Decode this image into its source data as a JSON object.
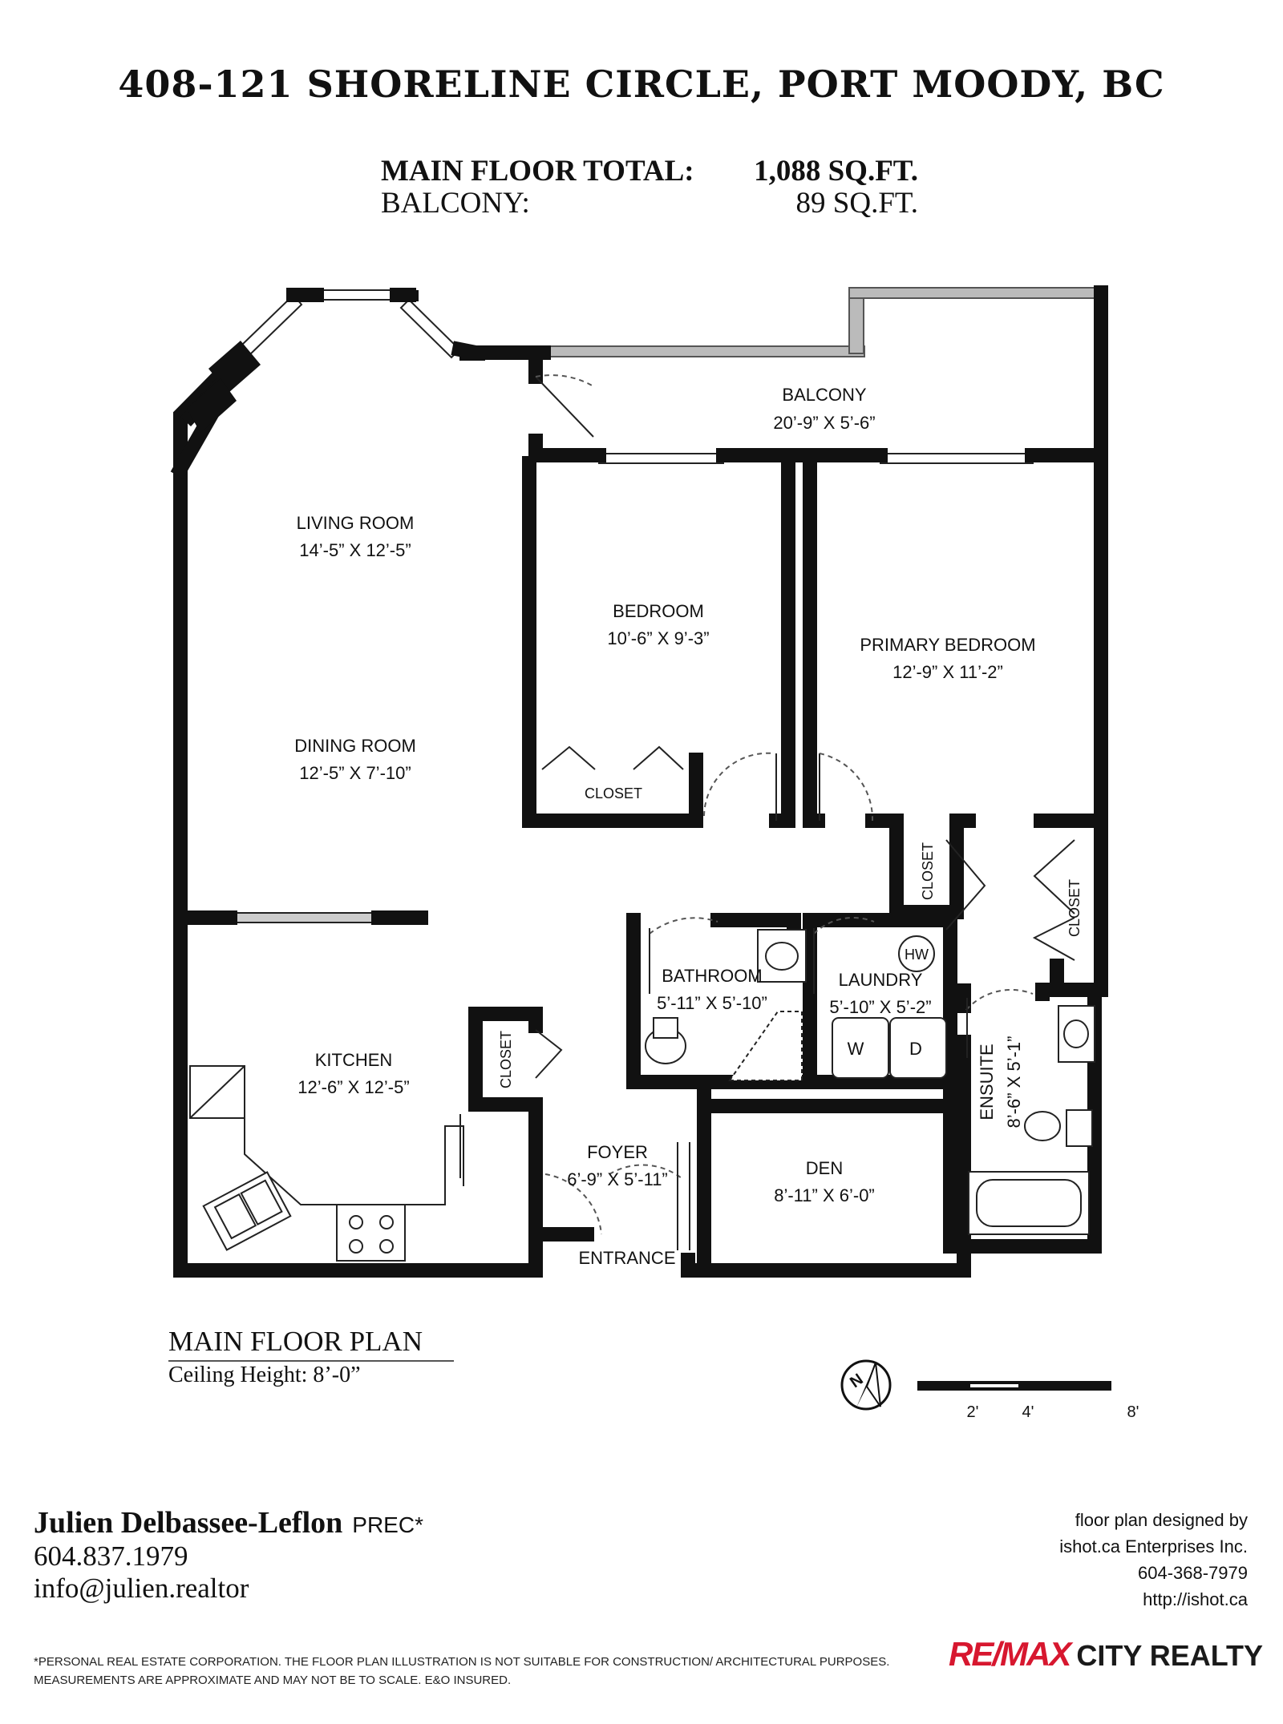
{
  "header": {
    "title": "408-121 SHORELINE CIRCLE, PORT MOODY, BC",
    "main_floor_label": "MAIN FLOOR TOTAL:",
    "main_floor_value": "1,088 SQ.FT.",
    "balcony_label": "BALCONY:",
    "balcony_value": "89 SQ.FT."
  },
  "rooms": {
    "balcony": {
      "name": "BALCONY",
      "dims": "20’-9” X 5’-6”"
    },
    "living": {
      "name": "LIVING ROOM",
      "dims": "14’-5” X 12’-5”"
    },
    "dining": {
      "name": "DINING ROOM",
      "dims": "12’-5” X 7’-10”"
    },
    "bedroom": {
      "name": "BEDROOM",
      "dims": "10’-6” X 9’-3”"
    },
    "primary": {
      "name": "PRIMARY BEDROOM",
      "dims": "12’-9” X 11’-2”"
    },
    "bathroom": {
      "name": "BATHROOM",
      "dims": "5’-11” X 5’-10”"
    },
    "laundry": {
      "name": "LAUNDRY",
      "dims": "5’-10” X 5’-2”"
    },
    "kitchen": {
      "name": "KITCHEN",
      "dims": "12’-6” X 12’-5”"
    },
    "foyer": {
      "name": "FOYER",
      "dims": "6’-9” X 5’-11”"
    },
    "den": {
      "name": "DEN",
      "dims": "8’-11” X 6’-0”"
    },
    "ensuite": {
      "name": "ENSUITE",
      "dims": "8’-6” X 5’-1”"
    },
    "entrance": {
      "name": "ENTRANCE"
    },
    "closet_label": "CLOSET"
  },
  "fixtures": {
    "hw": "HW",
    "washer": "W",
    "dryer": "D"
  },
  "scale": {
    "t1": "2'",
    "t2": "4'",
    "t3": "8'",
    "north": "N"
  },
  "plan_info": {
    "title": "MAIN FLOOR PLAN",
    "ceiling": "Ceiling Height: 8’-0”"
  },
  "agent": {
    "name": "Julien Delbassee-Leflon",
    "designation": "PREC*",
    "phone": "604.837.1979",
    "email": "info@julien.realtor"
  },
  "designer": {
    "line1": "floor plan designed by",
    "line2": "ishot.ca Enterprises Inc.",
    "phone": "604-368-7979",
    "url": "http://ishot.ca"
  },
  "disclaimer": {
    "line1": "*PERSONAL REAL ESTATE CORPORATION. THE FLOOR PLAN ILLUSTRATION IS NOT SUITABLE FOR CONSTRUCTION/ ARCHITECTURAL PURPOSES.",
    "line2": "MEASUREMENTS ARE APPROXIMATE AND MAY NOT BE TO SCALE. E&O INSURED."
  },
  "brand": {
    "remax": "RE/MAX",
    "city": "CITY REALTY",
    "colors": {
      "accent": "#d7172f",
      "wall": "#111111"
    }
  }
}
